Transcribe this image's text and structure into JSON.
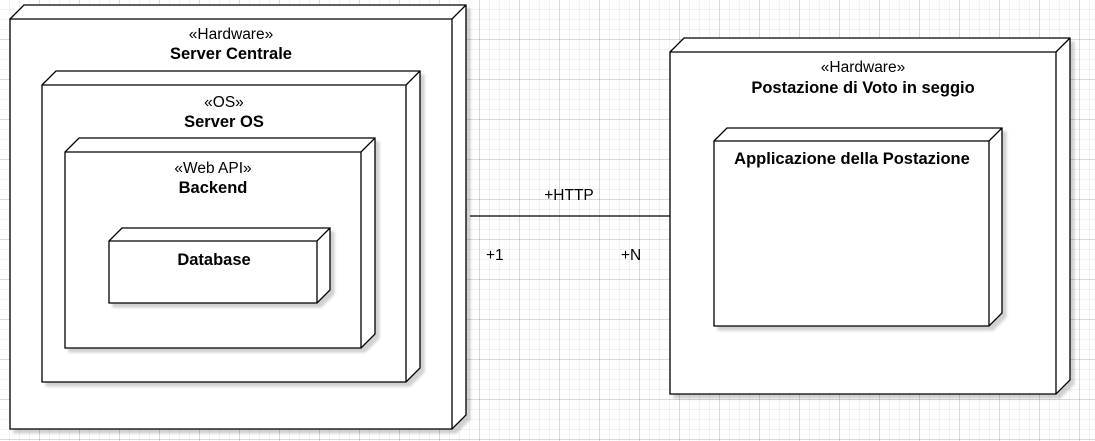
{
  "nodes": {
    "server_centrale": {
      "stereotype": "«Hardware»",
      "name": "Server Centrale"
    },
    "server_os": {
      "stereotype": "«OS»",
      "name": "Server OS"
    },
    "backend": {
      "stereotype": "«Web API»",
      "name": "Backend"
    },
    "database": {
      "name": "Database"
    },
    "postazione": {
      "stereotype": "«Hardware»",
      "name": "Postazione di Voto in seggio"
    },
    "applicazione": {
      "name": "Applicazione della Postazione"
    }
  },
  "association": {
    "label": "+HTTP",
    "source_multiplicity": "+1",
    "target_multiplicity": "+N"
  },
  "colors": {
    "stroke": "#000000",
    "fill": "#ffffff",
    "shadow": "#dcdcdc"
  }
}
